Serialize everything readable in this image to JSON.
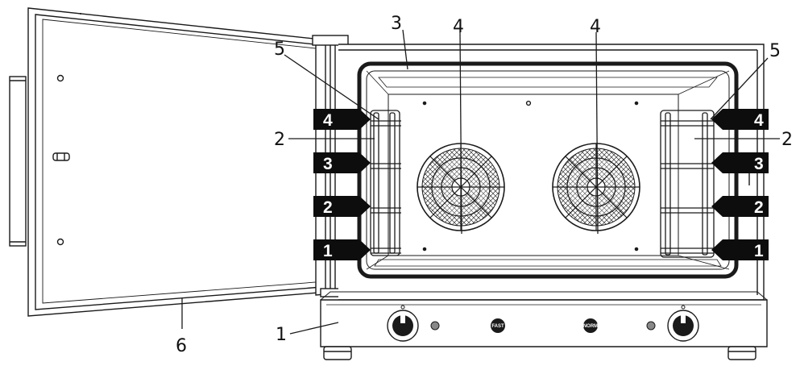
{
  "callouts": {
    "base_body": "1",
    "left_rack_side": "2",
    "right_rack_side": "2",
    "cavity_top": "3",
    "left_fan": "4",
    "right_fan": "4",
    "left_rack_top": "5",
    "right_rack_top": "5",
    "door": "6"
  },
  "shelf_tags": {
    "left": [
      "4",
      "3",
      "2",
      "1"
    ],
    "right": [
      "4",
      "3",
      "2",
      "1"
    ]
  },
  "panel": {
    "button_left": "FAST",
    "button_right": "NORM"
  },
  "colors": {
    "line": "#1a1a1a",
    "tag_fill": "#0d0d0d",
    "tag_text": "#ffffff",
    "background": "#ffffff"
  }
}
